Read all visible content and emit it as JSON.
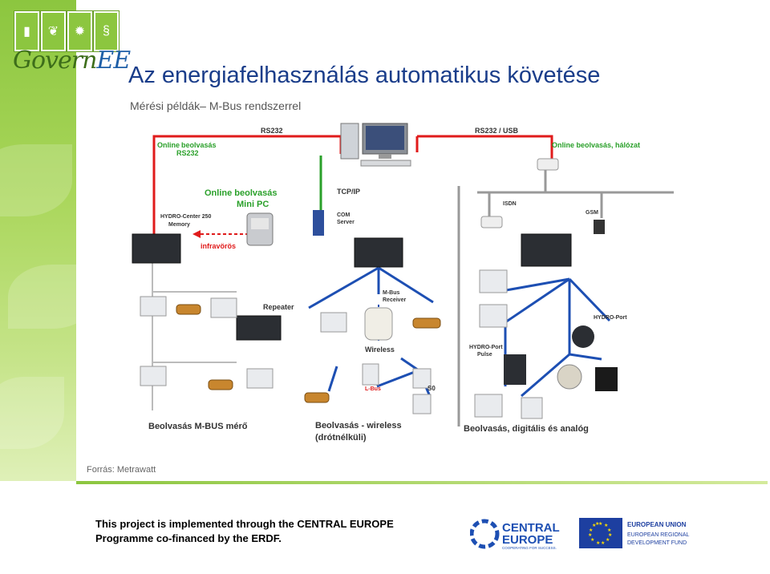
{
  "header": {
    "logo_text_a": "Govern",
    "logo_text_b": "EE",
    "title": "Az energiafelhasználás automatikus követése",
    "subtitle": "Mérési példák– M-Bus rendszerrel"
  },
  "diagram": {
    "rs232_top": "RS232",
    "rs232_usb": "RS232 / USB",
    "online_left_1": "Online",
    "online_left_2": "beolvasás",
    "online_left_3": "RS232",
    "online_right": "Online beolvasás, hálózat",
    "online_minipc_1": "Online beolvasás",
    "online_minipc_2": "Mini PC",
    "hydro_center_1": "HYDRO-Center 250",
    "hydro_center_2": "Memory",
    "infravoros": "infravörös",
    "tcpip": "TCP/IP",
    "com_server_1": "COM",
    "com_server_2": "Server",
    "isdn": "ISDN",
    "gsm": "GSM",
    "repeater": "Repeater",
    "mbus_receiver_1": "M-Bus",
    "mbus_receiver_2": "Receiver",
    "wireless": "Wireless",
    "hydro_port": "HYDRO-Port",
    "hydro_port_pulse_1": "HYDRO-Port",
    "hydro_port_pulse_2": "Pulse",
    "lbus": "L-Bus",
    "s0": "S0",
    "caption_left": "Beolvasás M-BUS mérő",
    "caption_mid_1": "Beolvasás - wireless",
    "caption_mid_2": "(drótnélküli)",
    "caption_right": "Beolvasás, digitális és analóg"
  },
  "source": "Forrás:  Metrawatt",
  "footer": {
    "line1": "This project is implemented through the CENTRAL EUROPE",
    "line2": "Programme co-financed by the ERDF.",
    "ce_line1": "CENTRAL",
    "ce_line2": "EUROPE",
    "ce_tag": "COOPERATING FOR SUCCESS.",
    "eu_line1": "EUROPEAN UNION",
    "eu_line2": "EUROPEAN REGIONAL",
    "eu_line3": "DEVELOPMENT FUND"
  }
}
